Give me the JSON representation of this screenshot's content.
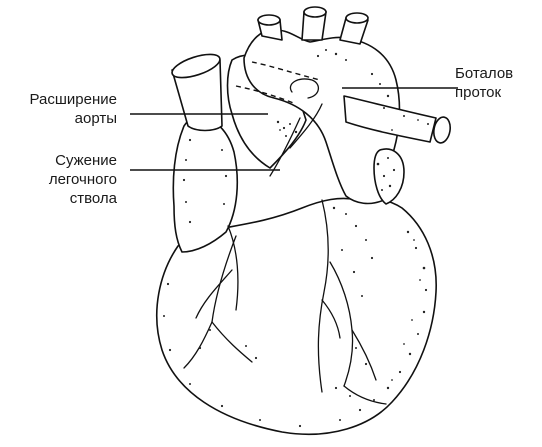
{
  "diagram": {
    "labels": {
      "aortic_dilation": "Расширение\nаорты",
      "pulmonary_narrowing": "Сужение\nлегочного\nствола",
      "ductus_arteriosus": "Боталов\nпроток"
    },
    "colors": {
      "outline": "#111111",
      "fill": "#ffffff",
      "stipple": "#222222"
    }
  }
}
